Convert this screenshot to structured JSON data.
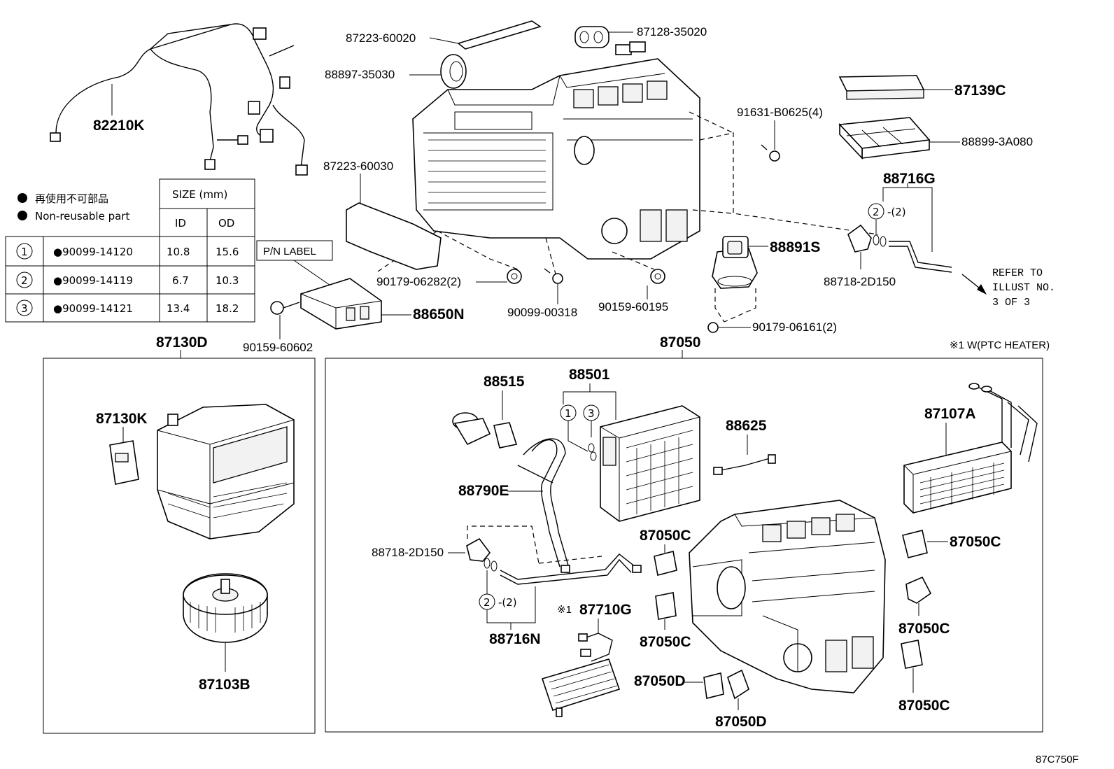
{
  "parts": {
    "p82210K": "82210K",
    "p87223_60020": "87223-60020",
    "p87128_35020": "87128-35020",
    "p88897_35030": "88897-35030",
    "p87139C": "87139C",
    "p91631": "91631-B0625(4)",
    "p88899": "88899-3A080",
    "p87223_60030": "87223-60030",
    "p88716G": "88716G",
    "p88891S": "88891S",
    "p88718_top": "88718-2D150",
    "p90179_06282": "90179-06282(2)",
    "p90099_00318": "90099-00318",
    "p90159_60195": "90159-60195",
    "p88650N": "88650N",
    "p90159_60602": "90159-60602",
    "p90179_06161": "90179-06161(2)",
    "p87130D": "87130D",
    "p87050": "87050",
    "p87130K": "87130K",
    "p87103B": "87103B",
    "p88515": "88515",
    "p88501": "88501",
    "p88625": "88625",
    "p87107A": "87107A",
    "p88790E": "88790E",
    "p88718_low": "88718-2D150",
    "p87050C_1": "87050C",
    "p87050C_2": "87050C",
    "p87050C_3": "87050C",
    "p87050C_4": "87050C",
    "p87050C_5": "87050C",
    "p88716N": "88716N",
    "p87710G": "87710G",
    "p87050D_1": "87050D",
    "p87050D_2": "87050D"
  },
  "callouts": {
    "qty2_top": "-(2)",
    "qty2_low": "-(2)",
    "circle1": "1",
    "circle2": "2",
    "circle3": "3",
    "note_mark": "※1",
    "ptc_note": "※1 W(PTC HEATER)",
    "refer_l1": "REFER TO",
    "refer_l2": "ILLUST NO.",
    "refer_l3": "3 OF 3",
    "pn_label": "P/N LABEL"
  },
  "legend": {
    "jp": "再使用不可部品",
    "en": "Non-reusable part",
    "size_header": "SIZE (mm)",
    "id_header": "ID",
    "od_header": "OD",
    "rows": [
      {
        "idx": "1",
        "part": "●90099-14120",
        "id": "10.8",
        "od": "15.6"
      },
      {
        "idx": "2",
        "part": "●90099-14119",
        "id": "6.7",
        "od": "10.3"
      },
      {
        "idx": "3",
        "part": "●90099-14121",
        "id": "13.4",
        "od": "18.2"
      }
    ]
  },
  "illustration_code": "87C750F"
}
